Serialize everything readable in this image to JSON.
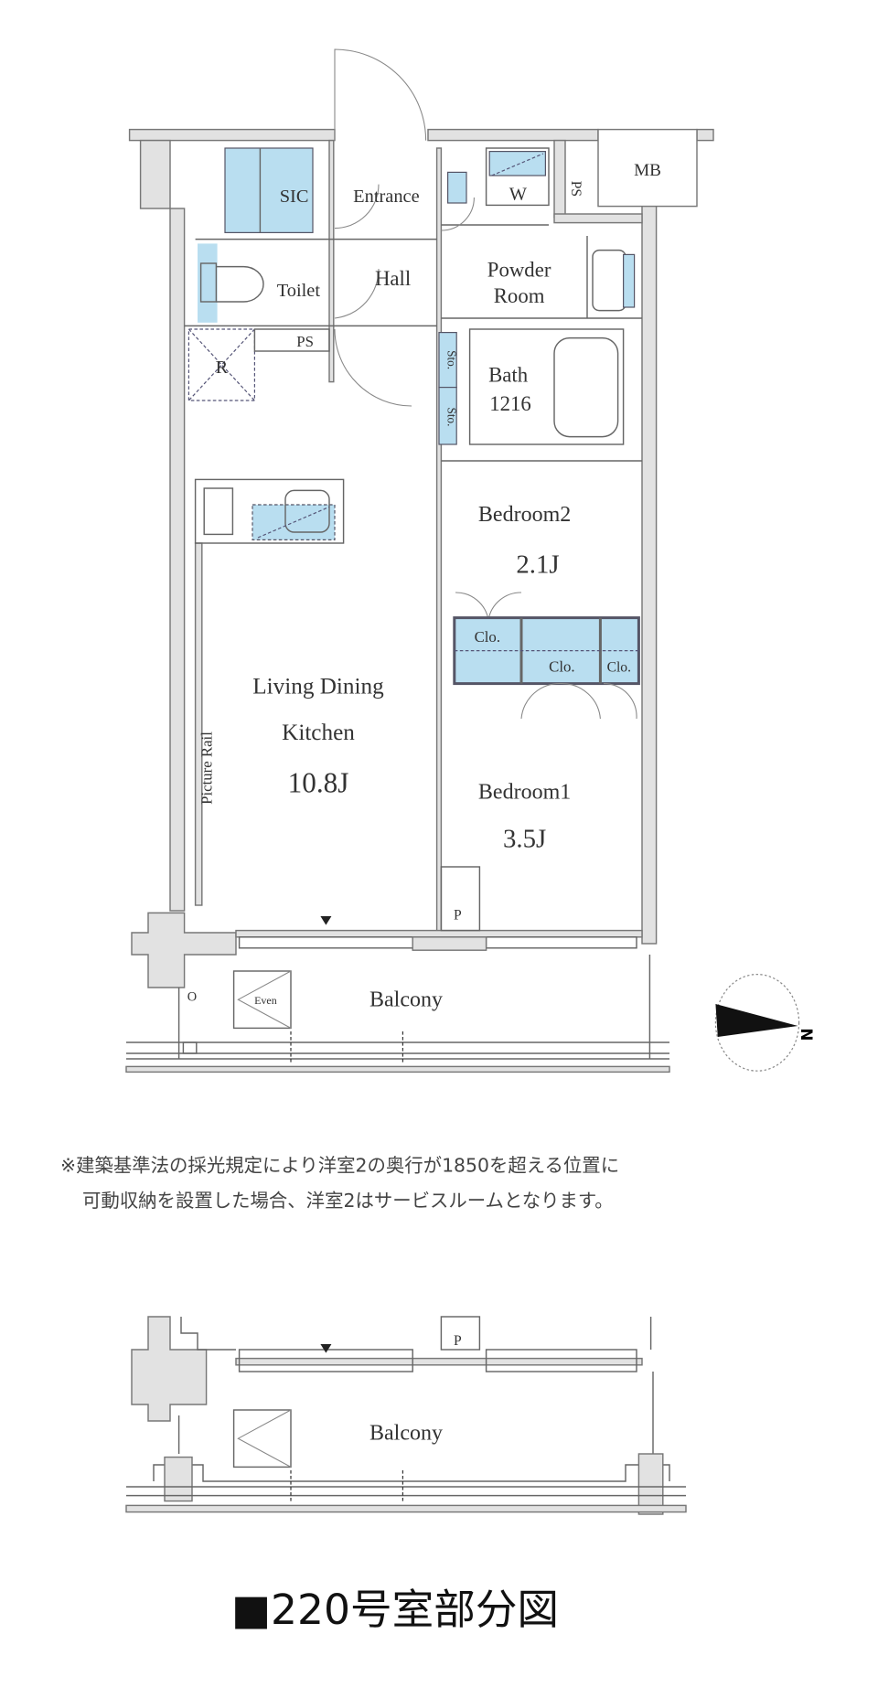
{
  "plan": {
    "rooms": {
      "sic": "SIC",
      "entrance": "Entrance",
      "w": "W",
      "ps_top": "PS",
      "mb": "MB",
      "toilet": "Toilet",
      "hall": "Hall",
      "powder_1": "Powder",
      "powder_2": "Room",
      "r": "R",
      "ps_mid": "PS",
      "sto_1": "Sto.",
      "sto_2": "Sto.",
      "bath_1": "Bath",
      "bath_2": "1216",
      "bedroom2": "Bedroom2",
      "bedroom2_size": "2.1J",
      "clo_1": "Clo.",
      "clo_2": "Clo.",
      "clo_3": "Clo.",
      "ldk_1": "Living Dining",
      "ldk_2": "Kitchen",
      "ldk_size": "10.8J",
      "picture_rail": "Picture Rail",
      "bedroom1": "Bedroom1",
      "bedroom1_size": "3.5J",
      "p": "P",
      "balcony": "Balcony",
      "even": "Even",
      "o": "O"
    },
    "compass": "N"
  },
  "notes": [
    "※建築基準法の採光規定により洋室2の奥行が1850を超える位置に",
    "可動収納を設置した場合、洋室2はサービスルームとなります。"
  ],
  "partial": {
    "p": "P",
    "balcony": "Balcony"
  },
  "title": "■220号室部分図",
  "colors": {
    "storage_blue": "#b9def0",
    "wall_gray": "#e2e2e2"
  }
}
